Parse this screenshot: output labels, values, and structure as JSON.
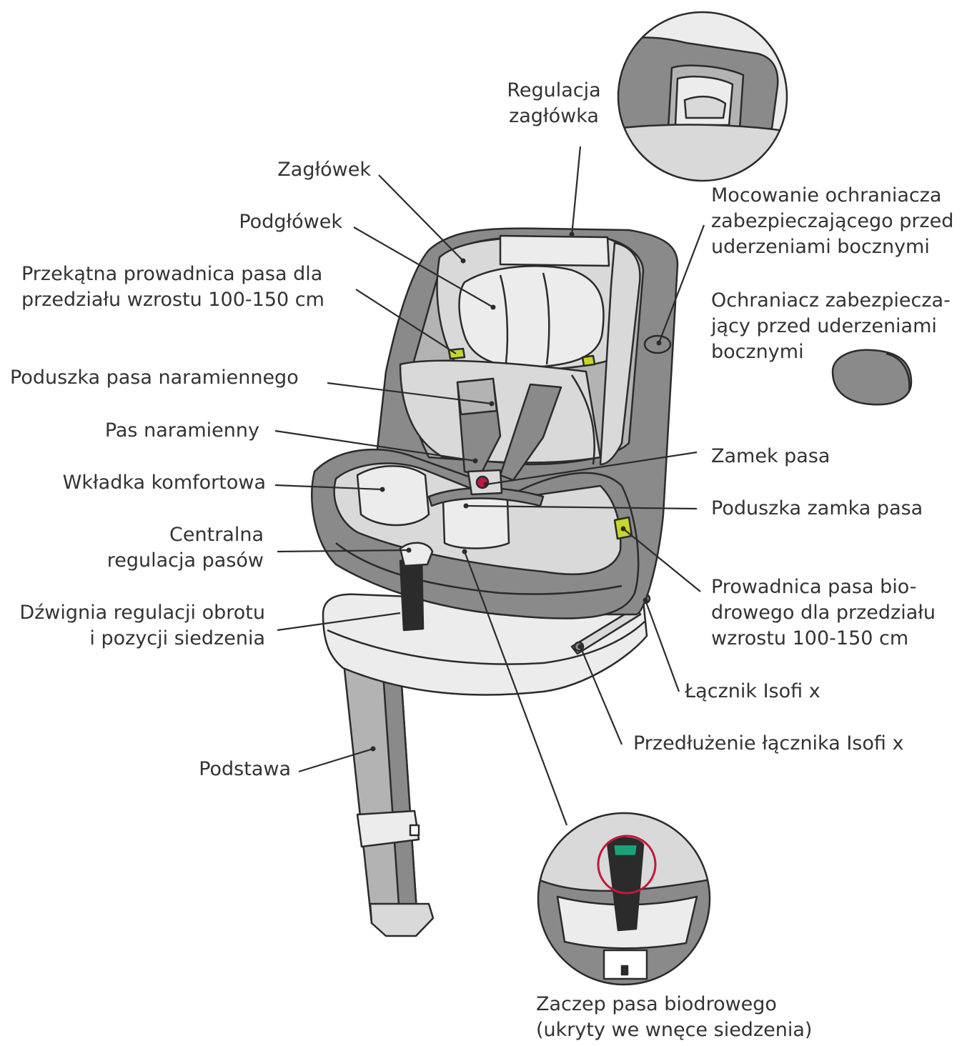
{
  "colors": {
    "line": "#2b2b2b",
    "dark_fill": "#8a8a8a",
    "mid_fill": "#b3b3b3",
    "light_fill": "#d9d9d9",
    "pale_fill": "#ececec",
    "accent": "#c8d62a",
    "highlight": "#c0193a",
    "buckle_green": "#1aa37a"
  },
  "labels": {
    "headrest_adjust": [
      "Regulacja",
      "zagłówka"
    ],
    "headrest": [
      "Zagłówek"
    ],
    "head_pillow": [
      "Podgłówek"
    ],
    "diagonal_guide": [
      "Przekątna prowadnica pasa dla",
      "przedziału wzrostu 100-150 cm"
    ],
    "shoulder_pad": [
      "Poduszka pasa naramiennego"
    ],
    "shoulder_belt": [
      "Pas naramienny"
    ],
    "comfort_insert": [
      "Wkładka komfortowa"
    ],
    "central_adjust": [
      "Centralna",
      "regulacja pasów"
    ],
    "rotation_lever": [
      "Dźwignia regulacji obrotu",
      "i pozycji siedzenia"
    ],
    "base": [
      "Podstawa"
    ],
    "side_protector_mount": [
      "Mocowanie ochraniacza",
      "zabezpieczającego przed",
      "uderzeniami bocznymi"
    ],
    "side_protector": [
      "Ochraniacz zabezpiecza-",
      "jący przed uderzeniami",
      "bocznymi"
    ],
    "buckle": [
      "Zamek pasa"
    ],
    "buckle_pad": [
      "Poduszka zamka pasa"
    ],
    "lap_guide": [
      "Prowadnica pasa bio-",
      "drowego dla przedziału",
      "wzrostu 100-150 cm"
    ],
    "isofix": [
      "Łącznik Isofi x"
    ],
    "isofix_ext": [
      "Przedłużenie łącznika Isofi x"
    ],
    "lap_hook": [
      "Zaczep pasa biodrowego",
      "(ukryty we wnęce siedzenia)"
    ]
  }
}
